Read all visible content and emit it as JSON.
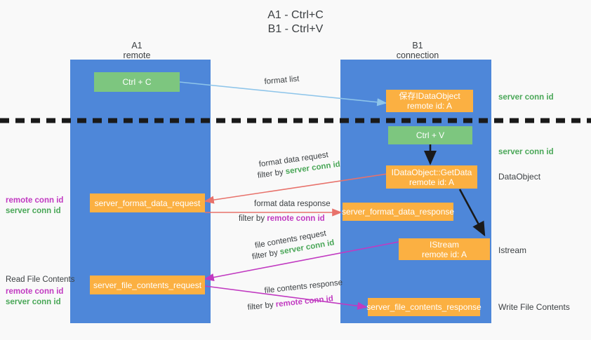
{
  "title": {
    "line1": "A1 - Ctrl+C",
    "line2": "B1 - Ctrl+V"
  },
  "columns": [
    {
      "name": "A1",
      "sub": "remote"
    },
    {
      "name": "B1",
      "sub": "connection"
    }
  ],
  "boxes": {
    "ctrl_c": "Ctrl + C",
    "ctrl_v": "Ctrl + V",
    "idataobject_l1": "保存IDataObject",
    "idataobject_l2": "remote id: A",
    "getdata_l1": "IDataObject::GetData",
    "getdata_l2": "remote id: A",
    "istream_l1": "IStream",
    "istream_l2": "remote id: A",
    "format_data_request": "server_format_data_request",
    "format_data_response": "server_format_data_response",
    "file_contents_request": "server_file_contents_request",
    "file_contents_response": "server_file_contents_response"
  },
  "arrow_labels": {
    "format_list": "format list",
    "format_data_request": "format data request",
    "format_data_request_filter_pre": "filter by ",
    "format_data_request_filter_key": "server conn id",
    "format_data_response": "format data response",
    "format_data_response_filter_pre": "filter by ",
    "format_data_response_filter_key": "remote conn id",
    "file_contents_request": "file contents request",
    "file_contents_request_filter_pre": "filter by ",
    "file_contents_request_filter_key": "server conn id",
    "file_contents_response": "file contents response",
    "file_contents_response_filter_pre": "filter by ",
    "file_contents_response_filter_key": "remote conn id"
  },
  "right_labels": {
    "server_conn_id_top": "server conn id",
    "server_conn_id_mid": "server conn id",
    "dataobject": "DataObject",
    "istream": "Istream",
    "write_file_contents": "Write File Contents"
  },
  "left_labels": {
    "remote_conn_id_1": "remote conn id",
    "server_conn_id_1": "server conn id",
    "read_file_contents": "Read File Contents",
    "remote_conn_id_2": "remote conn id",
    "server_conn_id_2": "server conn id"
  },
  "colors": {
    "column_blue": "#4e87d9",
    "box_orange": "#fbb042",
    "box_green": "#7dc67f",
    "arrow_lightblue": "#8ec5ea",
    "arrow_red": "#e8726b",
    "arrow_magenta": "#c13ac1",
    "arrow_black": "#1a1a1a",
    "text_green": "#4aa758",
    "text_purple": "#c13ac1",
    "background": "#f9f9f9"
  }
}
